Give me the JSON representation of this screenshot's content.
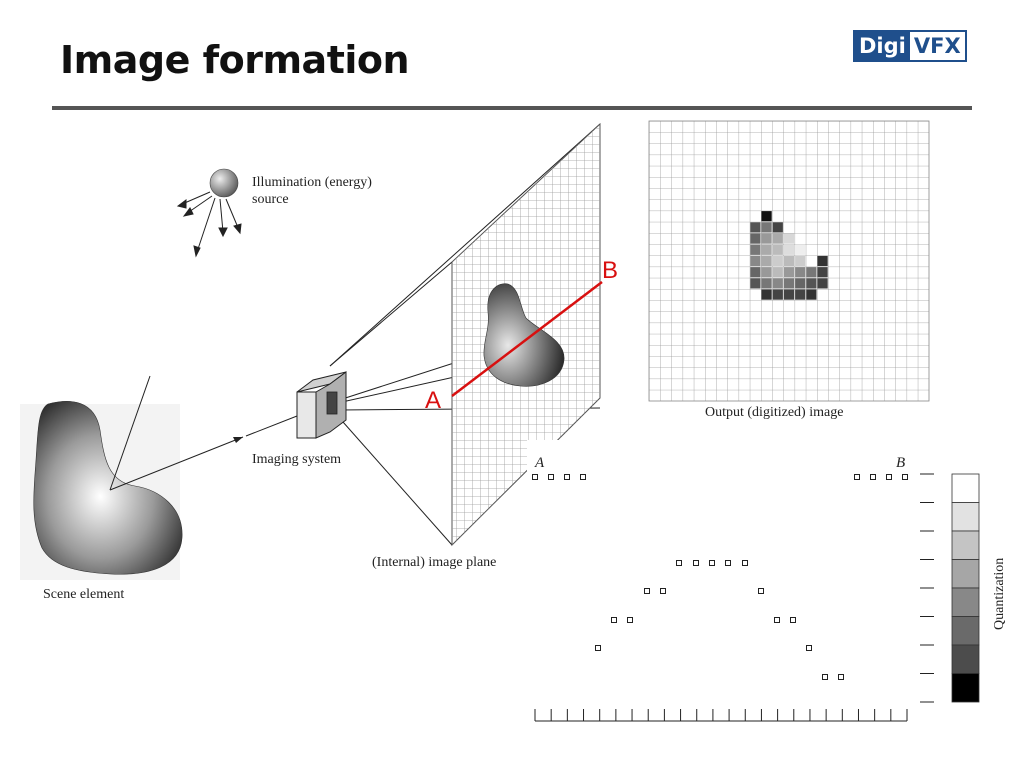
{
  "slide": {
    "title": "Image formation",
    "logo_part1": "Digi",
    "logo_part2": "VFX"
  },
  "figure": {
    "illumination_label_line1": "Illumination (energy)",
    "illumination_label_line2": "source",
    "imaging_system_label": "Imaging system",
    "image_plane_label": "(Internal) image plane",
    "scene_element_label": "Scene element",
    "output_label": "Output (digitized) image",
    "line_label_a": "A",
    "line_label_b": "B",
    "profile_label_a": "A",
    "profile_label_b": "B",
    "quantization_label": "Quantization"
  },
  "colors": {
    "accent_line": "#d81010",
    "rule": "#555555",
    "logo_blue": "#1f4f8c"
  }
}
